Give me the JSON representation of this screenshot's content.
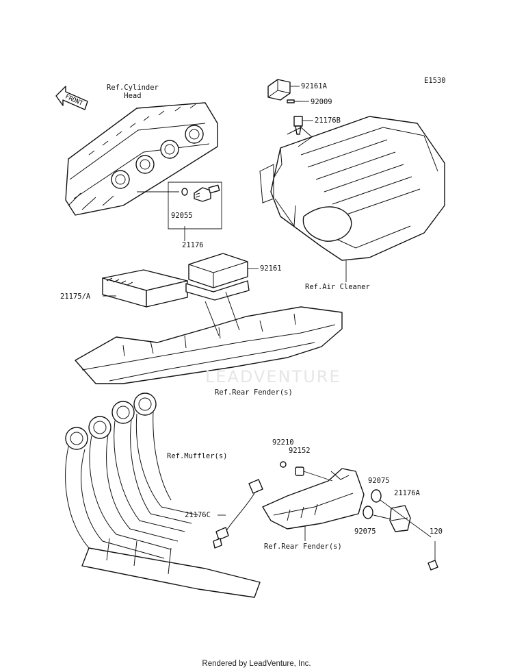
{
  "diagram": {
    "code": "E1530",
    "front_label": "FRONT",
    "watermark": "LEADVENTURE",
    "footer": "Rendered by LeadVenture, Inc.",
    "labels": {
      "ref_cylinder_head": "Ref.Cylinder\nHead",
      "p92161A": "92161A",
      "p92009": "92009",
      "p21176B": "21176B",
      "p92055": "92055",
      "p21176": "21176",
      "p92161": "92161",
      "p21175A": "21175/A",
      "ref_air_cleaner": "Ref.Air Cleaner",
      "ref_rear_fender_1": "Ref.Rear Fender(s)",
      "ref_muffler": "Ref.Muffler(s)",
      "p92210": "92210",
      "p92152": "92152",
      "p92075_a": "92075",
      "p21176A": "21176A",
      "p21176C": "21176C",
      "p92075_b": "92075",
      "p120": "120",
      "ref_rear_fender_2": "Ref.Rear Fender(s)"
    }
  }
}
